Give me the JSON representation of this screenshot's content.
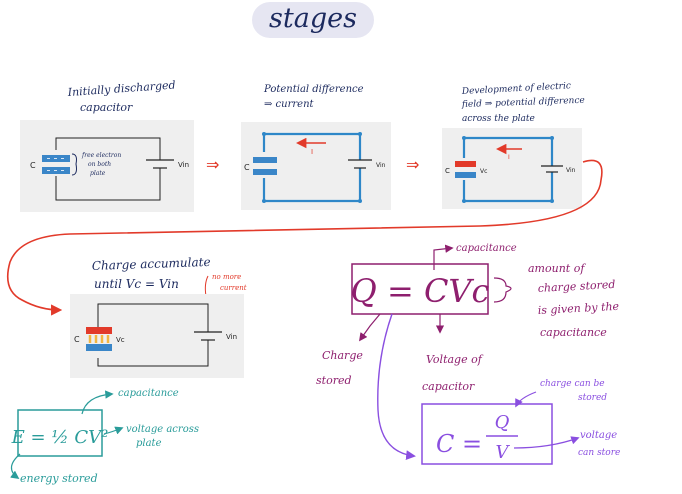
{
  "title": "stages",
  "colors": {
    "navy": "#1c2a5e",
    "red": "#e23a2a",
    "purple": "#8e1f6e",
    "violet": "#8a4fe0",
    "teal": "#2a9c9a",
    "plate_blue": "#3a86c8",
    "circuit_blue": "#2e87c8",
    "panel_bg": "#efefef",
    "title_pill": "#e6e6f2"
  },
  "stages": [
    {
      "caption_lines": [
        "Initially discharged",
        "capacitor"
      ],
      "label_c": "C",
      "label_vin": "Vin",
      "note_lines": [
        "free electron",
        "on both",
        "plate"
      ]
    },
    {
      "caption_lines": [
        "Potential difference",
        "⇒ current"
      ],
      "label_c": "C",
      "label_vin": "Vin",
      "current_label": "I"
    },
    {
      "caption_lines": [
        "Development of electric",
        "field ⇒ potential difference",
        "across the plate"
      ],
      "label_c": "C",
      "label_vc": "Vc",
      "label_vin": "Vin",
      "current_label": "I"
    },
    {
      "caption_lines": [
        "Charge accumulate",
        "until  Vc = Vin"
      ],
      "label_c": "C",
      "label_vc": "Vc",
      "label_vin": "Vin",
      "note_lines": [
        "no more",
        "current"
      ]
    }
  ],
  "formula_q": {
    "text": "Q = CVc",
    "top_label": "capacitance",
    "right_lines": [
      "amount of",
      "charge stored",
      "is given by the",
      "capacitance"
    ],
    "left_lines": [
      "Charge",
      "stored"
    ],
    "middle_lines": [
      "Voltage of",
      "capacitor"
    ]
  },
  "formula_c": {
    "lhs": "C =",
    "numerator": "Q",
    "denominator": "V",
    "top_lines": [
      "charge can be",
      "stored"
    ],
    "right_lines": [
      "voltage",
      "can store"
    ]
  },
  "formula_e": {
    "text": "E = ½ CV²",
    "top_label": "capacitance",
    "right_lines": [
      "voltage across",
      "plate"
    ],
    "bottom_label": "energy stored"
  }
}
